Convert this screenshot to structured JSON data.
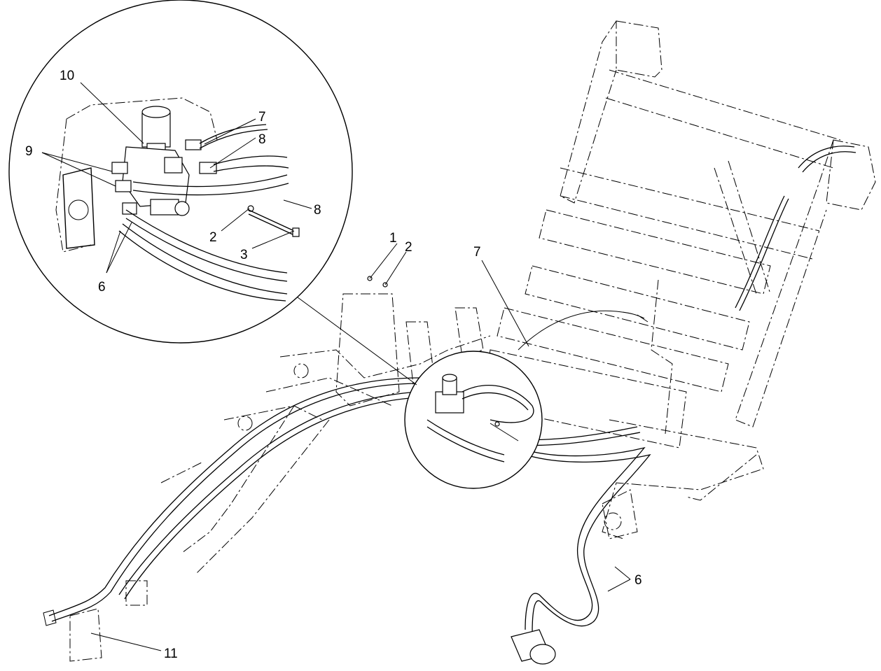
{
  "callouts": {
    "c1": "1",
    "c2_main": "2",
    "c7_main": "7",
    "c6_main": "6",
    "c11": "11",
    "c10": "10",
    "c7_detail": "7",
    "c8_upper": "8",
    "c9": "9",
    "c8_lower": "8",
    "c2_detail": "2",
    "c3": "3",
    "c6_detail": "6"
  }
}
